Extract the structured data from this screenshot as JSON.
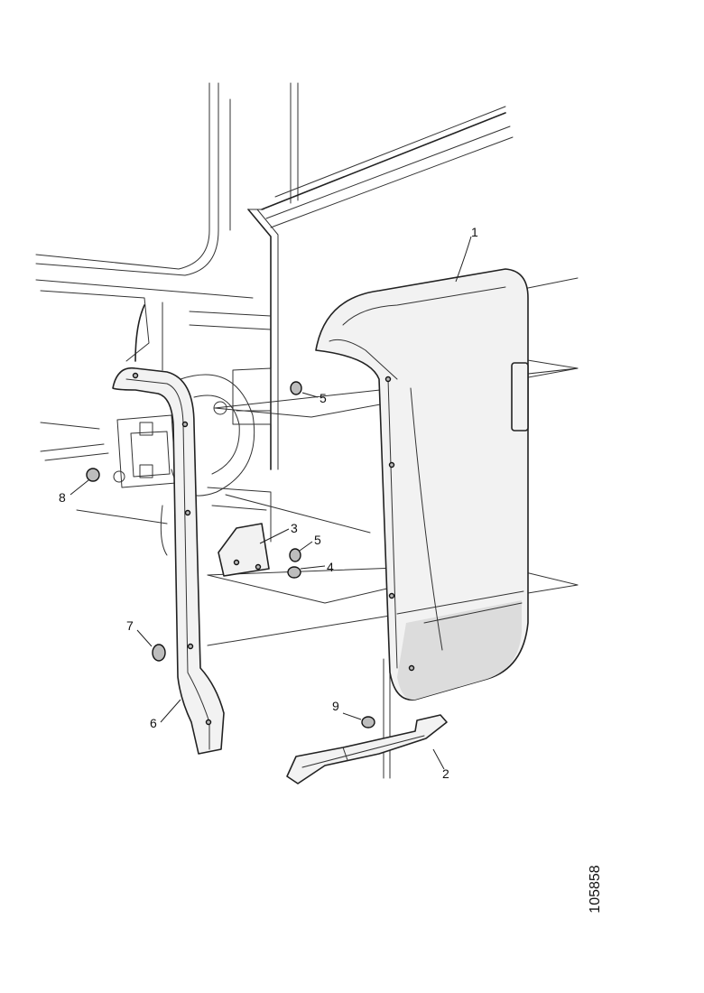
{
  "callouts": {
    "c1": "1",
    "c2": "2",
    "c3": "3",
    "c4": "4",
    "c5a": "5",
    "c5b": "5",
    "c6": "6",
    "c7": "7",
    "c8": "8",
    "c9": "9"
  },
  "document_code": "105858"
}
